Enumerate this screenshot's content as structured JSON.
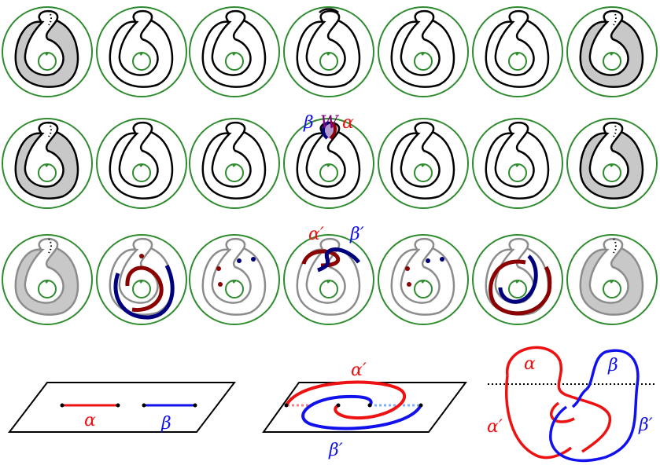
{
  "colors": {
    "green": "#2e8b2e",
    "black": "#000000",
    "gray": "#8c8c8c",
    "shade": "#c8c8c8",
    "red": "#ee1111",
    "darkred": "#8b0000",
    "blue": "#1111ee",
    "navy": "#00007f",
    "purple": "#800080",
    "lightblue": "#7fb0ff"
  },
  "rows": [
    {
      "id": "row1",
      "styles": [
        "shaded-black",
        "black",
        "black",
        "crossing",
        "black",
        "black",
        "shaded-black"
      ]
    },
    {
      "id": "row2",
      "styles": [
        "shaded-black",
        "black",
        "black",
        "wall",
        "black",
        "black",
        "shaded-black"
      ]
    },
    {
      "id": "row3",
      "styles": [
        "shaded-gray",
        "arcs-a",
        "dots-a",
        "arcs-b",
        "dots-b",
        "arcs-c",
        "shaded-gray"
      ]
    }
  ],
  "labels": {
    "row2_beta": "β",
    "row2_W": "W",
    "row2_alpha": "α",
    "row3_alpha_prime": "α′",
    "row3_beta_prime": "β′",
    "plane1_alpha": "α",
    "plane1_beta": "β",
    "plane2_alpha_prime": "α′",
    "plane2_beta_prime": "β′",
    "knot_alpha": "α",
    "knot_beta": "β",
    "knot_alpha_prime": "α′",
    "knot_beta_prime": "β′"
  }
}
